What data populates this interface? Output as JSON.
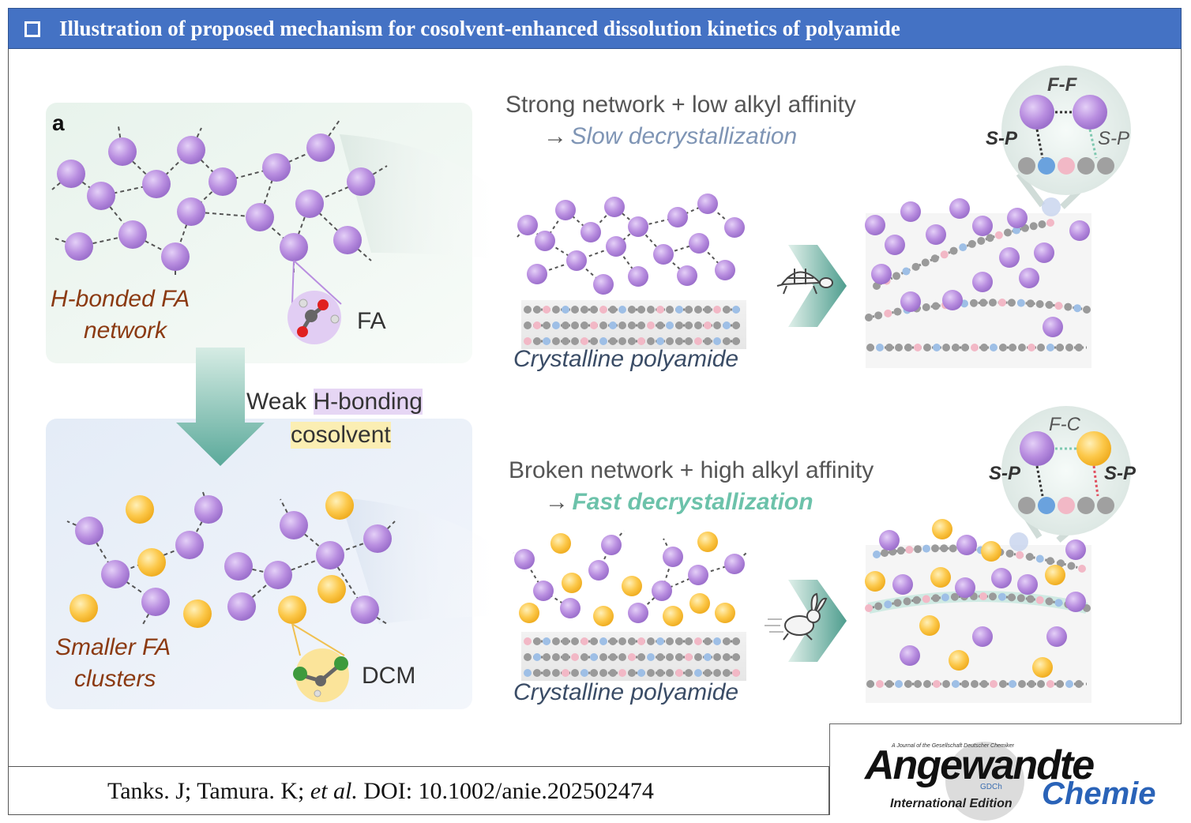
{
  "header": {
    "title": "Illustration of proposed mechanism for cosolvent-enhanced dissolution kinetics of polyamide"
  },
  "panel": {
    "label": "a",
    "top_network_label_line1": "H-bonded FA",
    "top_network_label_line2": "network",
    "fa_label": "FA",
    "cosolvent_label_word1": "Weak",
    "cosolvent_label_word2": "H-bonding",
    "cosolvent_label_line2": "cosolvent",
    "bottom_network_label_line1": "Smaller FA",
    "bottom_network_label_line2": "clusters",
    "dcm_label": "DCM",
    "top_heading": "Strong network + low alkyl affinity",
    "top_arrow": "→",
    "top_result": "Slow decrystallization",
    "bottom_heading": "Broken network + high alkyl affinity",
    "bottom_arrow": "→",
    "bottom_result": "Fast decrystallization",
    "crystalline_top": "Crystalline polyamide",
    "crystalline_bottom": "Crystalline polyamide",
    "inset_top_ff": "F-F",
    "inset_top_sp_left": "S-P",
    "inset_top_sp_right": "S-P",
    "inset_bottom_fc": "F-C",
    "inset_bottom_sp_left": "S-P",
    "inset_bottom_sp_right": "S-P"
  },
  "footer": {
    "citation_authors": "Tanks. J; Tamura. K;",
    "citation_etal": "et al.",
    "citation_doi": "DOI: 10.1002/anie.202502474"
  },
  "logo": {
    "journal_note": "A Journal of the Gesellschaft Deutscher Chemiker",
    "name": "Angewandte",
    "gdch": "GDCh",
    "edition": "International Edition",
    "chemie": "Chemie"
  },
  "colors": {
    "title_bar": "#4472c4",
    "fa_purple": "#b98ee0",
    "dcm_yellow": "#fcc84a",
    "chain_gray": "#9a9a9a",
    "chain_pink": "#f2b8c6",
    "chain_blue": "#9ebfe6",
    "teal_arrow": "#5aa99a",
    "brown_label": "#8b3a12"
  }
}
